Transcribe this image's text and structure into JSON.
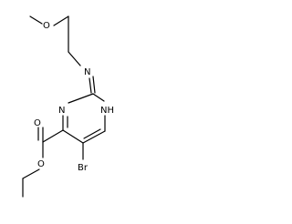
{
  "atom_labels": {
    "methoxy_o": "O",
    "amino_n": "N",
    "ring_n3": "N",
    "ring_nh": "NH",
    "ester_carbonyl_o": "O",
    "ester_o": "O",
    "bromine": "Br"
  }
}
